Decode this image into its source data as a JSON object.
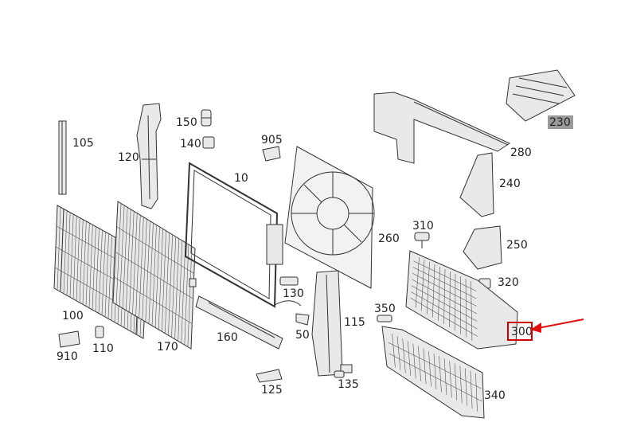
{
  "diagram": {
    "labels": {
      "p105": "105",
      "p120": "120",
      "p150": "150",
      "p140": "140",
      "p905": "905",
      "p10": "10",
      "p230": "230",
      "p280": "280",
      "p240": "240",
      "p260": "260",
      "p310": "310",
      "p250": "250",
      "p320": "320",
      "p130": "130",
      "p100": "100",
      "p350": "350",
      "p115": "115",
      "p50": "50",
      "p300": "300",
      "p110": "110",
      "p910": "910",
      "p170": "170",
      "p160": "160",
      "p125": "125",
      "p135": "135",
      "p340": "340"
    },
    "colors": {
      "highlight_box": "#d40000",
      "pointer_arrow": "#e01010",
      "label_230_bg": "#9a9a9a",
      "line_art": "#333333"
    }
  }
}
